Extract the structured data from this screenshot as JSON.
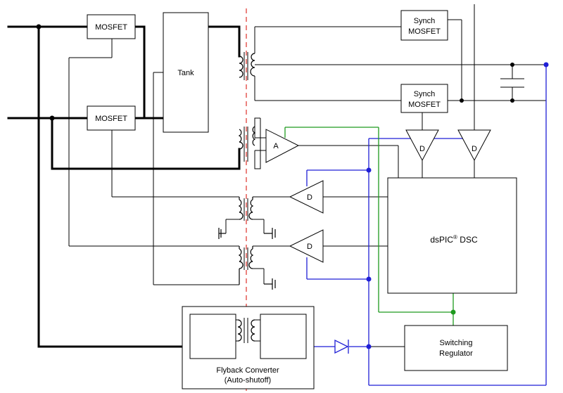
{
  "blocks": {
    "mosfet_top": "MOSFET",
    "mosfet_bottom": "MOSFET",
    "tank": "Tank",
    "synch_top_line1": "Synch",
    "synch_top_line2": "MOSFET",
    "synch_bottom_line1": "Synch",
    "synch_bottom_line2": "MOSFET",
    "amp": "A",
    "driver": "D",
    "dsc": "dsPIC",
    "dsc_reg": "®",
    "dsc_suffix": " DSC",
    "switching_line1": "Switching",
    "switching_line2": "Regulator",
    "flyback_line1": "Flyback Converter",
    "flyback_line2": "(Auto-shutoff)"
  },
  "colors": {
    "wire": "#000000",
    "power_wire": "#000000",
    "feedback_wire": "#1f1fd6",
    "sense_wire": "#1e9a1e",
    "isolation_barrier": "#e0403a"
  }
}
